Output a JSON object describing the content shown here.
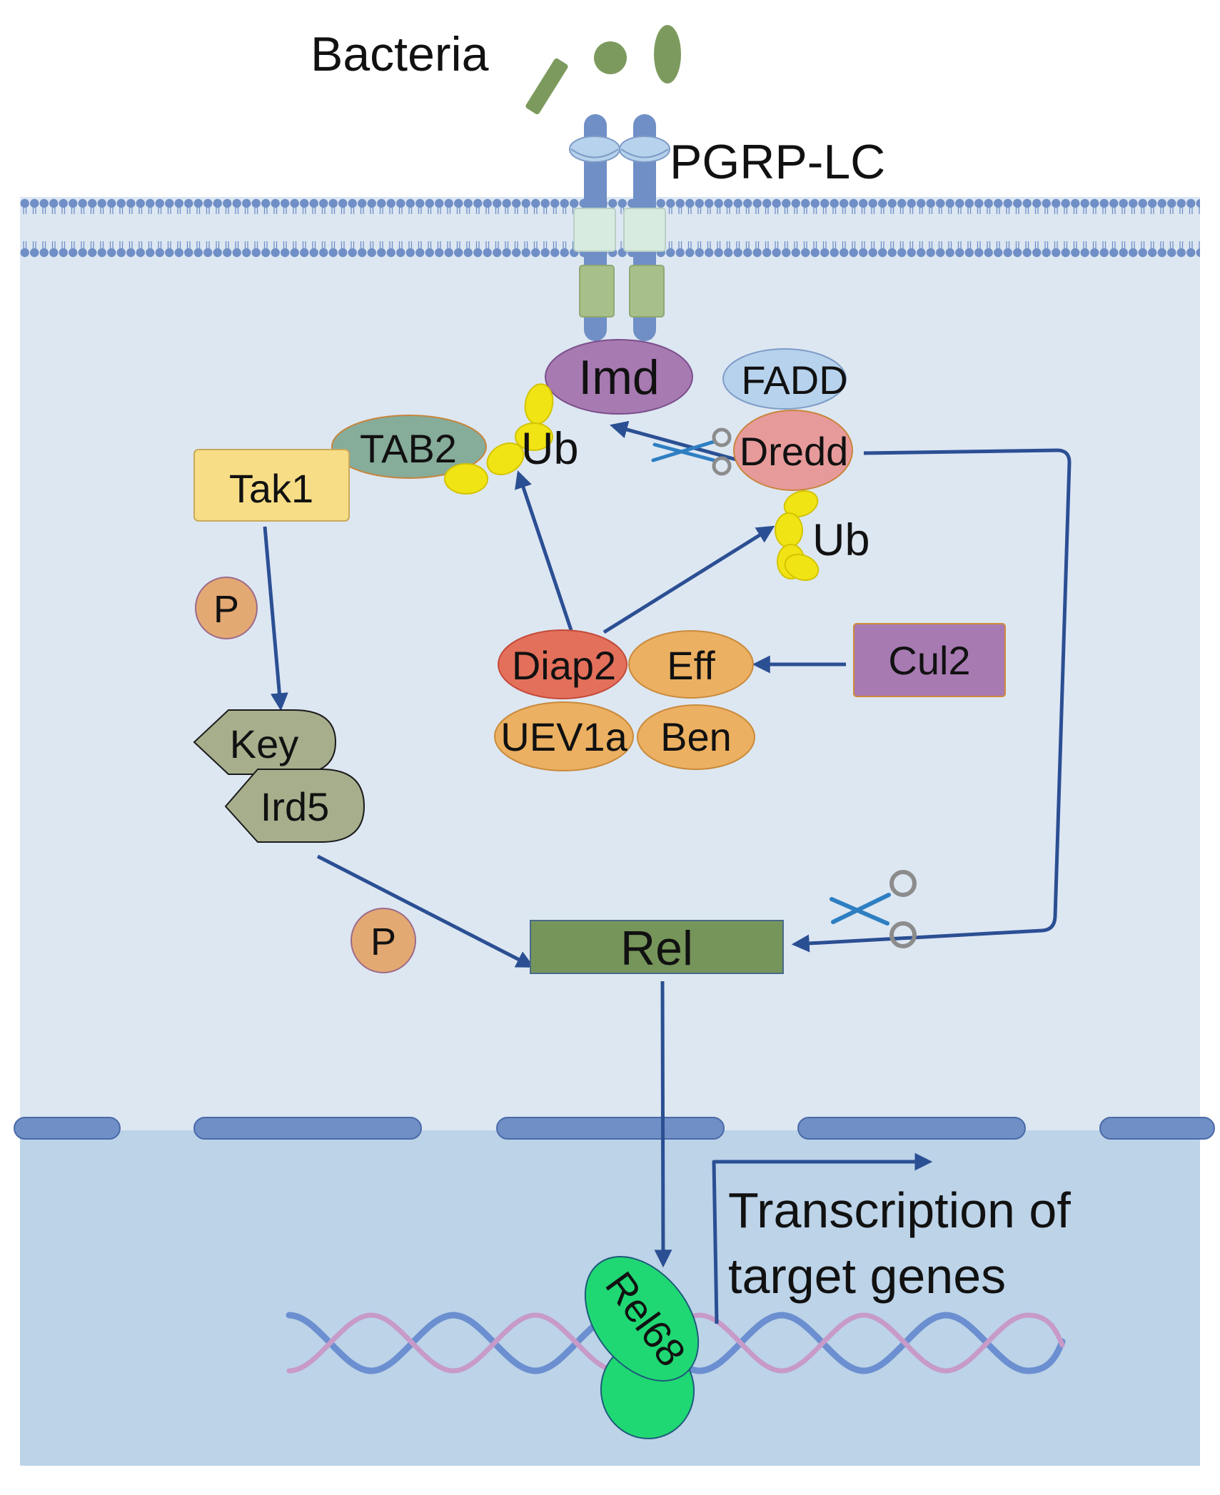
{
  "labels": {
    "bacteria": "Bacteria",
    "receptor": "PGRP-LC",
    "imd": "Imd",
    "fadd": "FADD",
    "tab2": "TAB2",
    "tak1": "Tak1",
    "ub_left": "Ub",
    "ub_right": "Ub",
    "dredd": "Dredd",
    "phospho_1": "P",
    "phospho_2": "P",
    "diap2": "Diap2",
    "eff": "Eff",
    "uev1a": "UEV1a",
    "ben": "Ben",
    "cul2": "Cul2",
    "key": "Key",
    "ird5": "Ird5",
    "rel": "Rel",
    "rel68": "Rel68",
    "transcription_line1": "Transcription of",
    "transcription_line2": "target genes"
  },
  "colors": {
    "cytoplasm": "#dde7f2",
    "nucleus": "#bcd3e8",
    "membrane": "#6f8fc6",
    "arrow": "#2b4f93",
    "bacteria": "#7d9a5e",
    "imd": "#a77ab2",
    "fadd": "#b7d2ec",
    "tab2": "#86ac9a",
    "tak1": "#f7dd86",
    "ub": "#f0e414",
    "dredd": "#e79a9a",
    "phospho": "#e3a972",
    "diap2": "#e3705b",
    "orange_protein": "#ebb061",
    "cul2": "#a77ab2",
    "key_ird5": "#a6ae8c",
    "rel": "#76955a",
    "rel68": "#1fd873"
  }
}
